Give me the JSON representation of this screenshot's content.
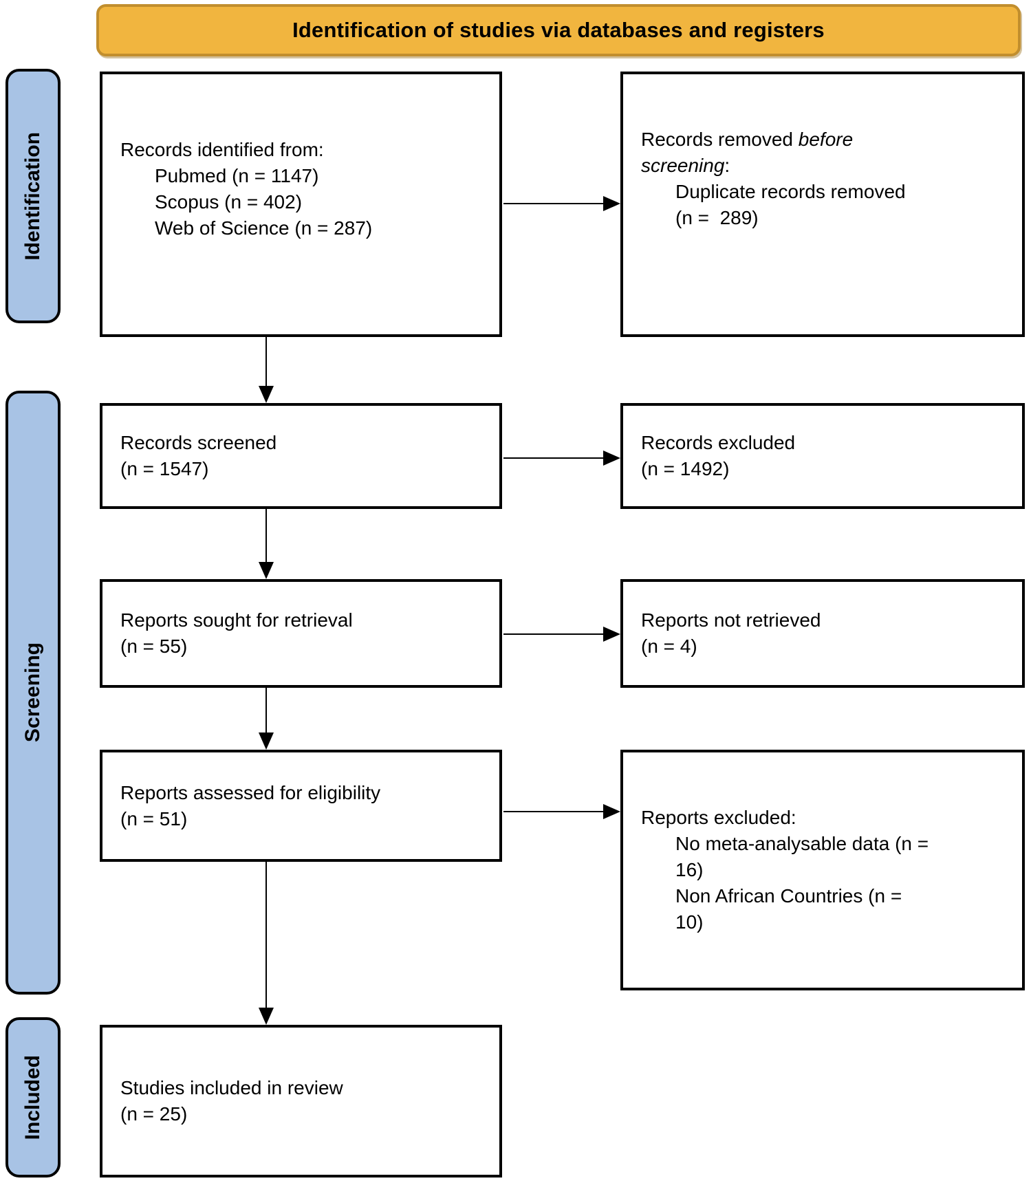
{
  "title": "Identification of studies via databases and registers",
  "stages": {
    "identification": "Identification",
    "screening": "Screening",
    "included": "Included"
  },
  "boxes": {
    "records_identified": {
      "heading": "Records identified from:",
      "items": [
        "Pubmed (n = 1147)",
        "Scopus (n = 402)",
        "Web of Science (n = 287)"
      ]
    },
    "records_removed": {
      "normal": "Records removed ",
      "italic_line1": "before",
      "italic_line2": "screening",
      "suffix": ":",
      "item_line1": "Duplicate records removed",
      "item_line2": "(n =  289)"
    },
    "records_screened": {
      "line1": "Records screened",
      "line2": "(n = 1547)"
    },
    "records_excluded": {
      "line1": "Records excluded",
      "line2": "(n = 1492)"
    },
    "reports_sought": {
      "line1": "Reports sought for retrieval",
      "line2": "(n = 55)"
    },
    "reports_not_retrieved": {
      "line1": "Reports not retrieved",
      "line2": "(n = 4)"
    },
    "reports_assessed": {
      "line1": "Reports assessed for eligibility",
      "line2": "(n = 51)"
    },
    "reports_excluded": {
      "heading": "Reports excluded:",
      "item1_line1": "No meta-analysable data (n =",
      "item1_line2": "16)",
      "item2_line1": "Non African Countries (n =",
      "item2_line2": "10)"
    },
    "studies_included": {
      "line1": "Studies included in review",
      "line2": "(n = 25)"
    }
  },
  "colors": {
    "banner_fill": "#F1B53F",
    "banner_border": "#C18E2E",
    "stage_fill": "#A8C3E5",
    "box_border": "#000000"
  }
}
